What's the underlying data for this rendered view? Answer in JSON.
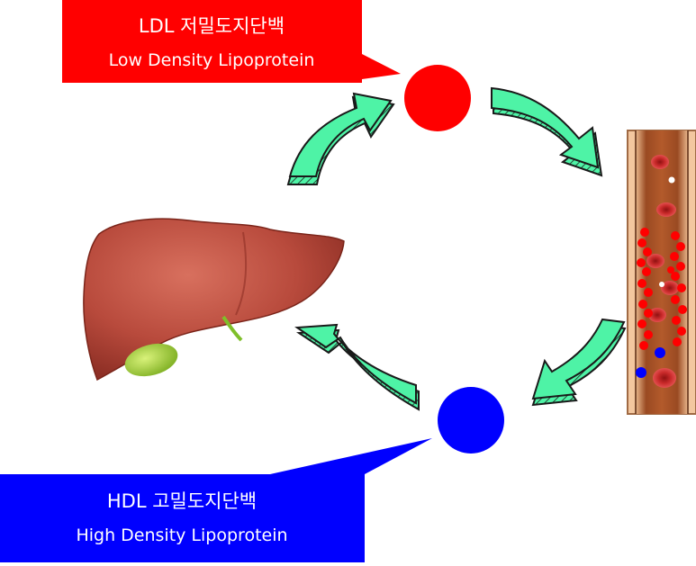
{
  "ldl": {
    "title": "LDL 저밀도지단백",
    "subtitle": "Low Density Lipoprotein",
    "color": "#ff0000"
  },
  "hdl": {
    "title": "HDL 고밀도지단백",
    "subtitle": "High Density Lipoprotein",
    "color": "#0000ff"
  },
  "colors": {
    "arrow_fill": "#4ef3a6",
    "arrow_stroke": "#1a1a1a",
    "liver": "#b84a3c",
    "gallbladder": "#9ccf3a",
    "vessel_wall": "#f3c79f",
    "vessel_lumen": "#9a4a22",
    "red_blood_cell": "#cc2a2a"
  },
  "icons": {
    "liver": "liver-illustration",
    "blood_vessel": "blood-vessel-illustration"
  }
}
